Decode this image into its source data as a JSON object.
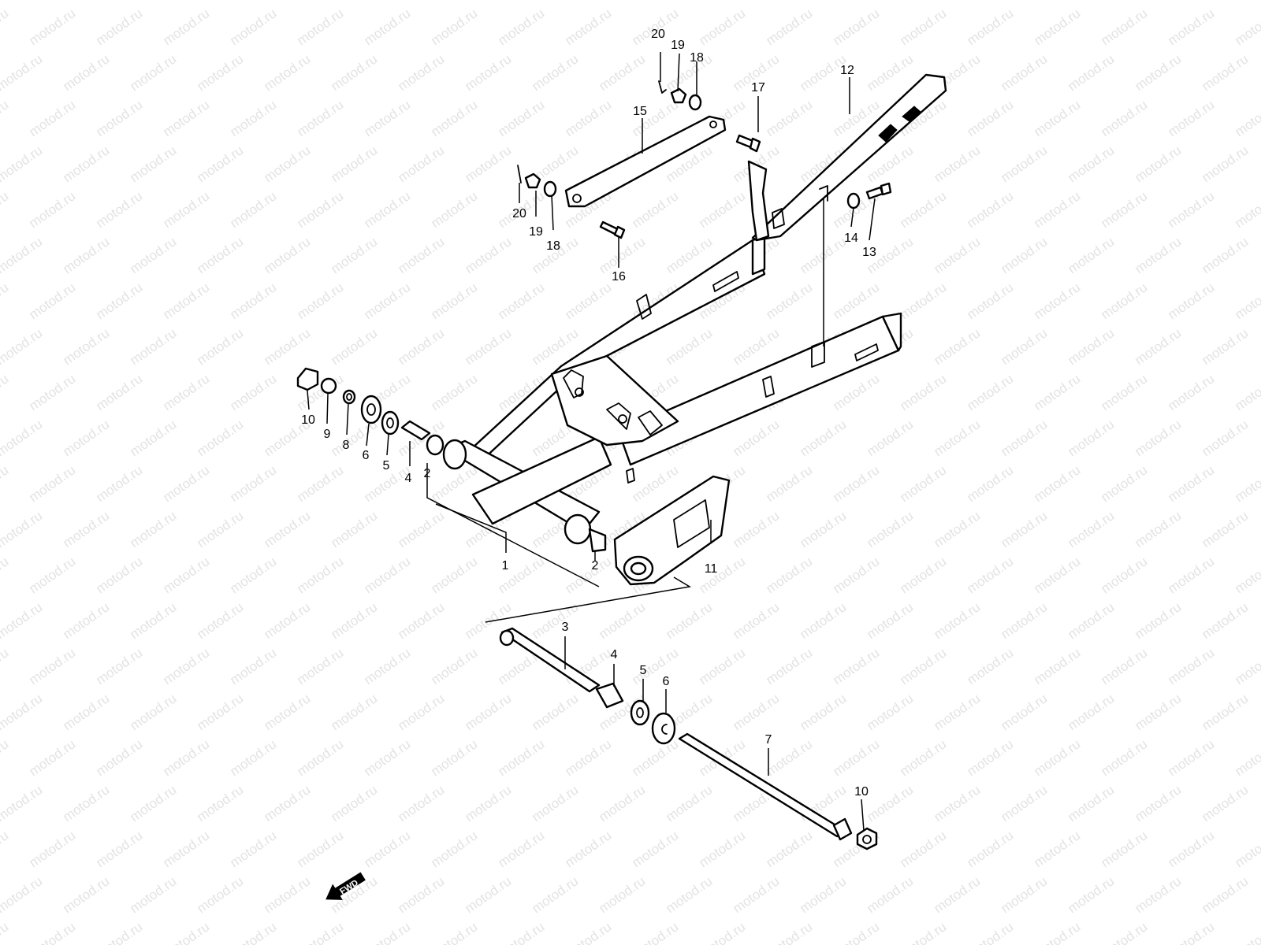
{
  "watermark": {
    "text": "motod.ru"
  },
  "direction_badge": {
    "text": "FWD",
    "icon": "arrow-left-icon"
  },
  "callouts": {
    "p1": "1",
    "p2a": "2",
    "p2b": "2",
    "p3": "3",
    "p4a": "4",
    "p4b": "4",
    "p5a": "5",
    "p5b": "5",
    "p6a": "6",
    "p6b": "6",
    "p7": "7",
    "p8": "8",
    "p9": "9",
    "p10a": "10",
    "p10b": "10",
    "p11": "11",
    "p12": "12",
    "p13": "13",
    "p14": "14",
    "p15": "15",
    "p16": "16",
    "p17": "17",
    "p18a": "18",
    "p18b": "18",
    "p19a": "19",
    "p19b": "19",
    "p20a": "20",
    "p20b": "20"
  },
  "colors": {
    "line": "#000000",
    "background": "#ffffff",
    "watermark": "#e3e3e3"
  }
}
